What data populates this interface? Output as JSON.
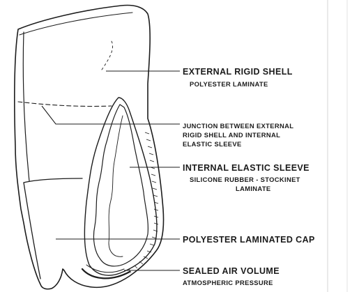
{
  "labels": {
    "external_shell": {
      "title": "EXTERNAL RIGID SHELL",
      "subtitle": "POLYESTER LAMINATE"
    },
    "junction": {
      "line1": "JUNCTION BETWEEN EXTERNAL",
      "line2": "RIGID SHELL AND INTERNAL",
      "line3": "ELASTIC SLEEVE"
    },
    "internal_sleeve": {
      "title": "INTERNAL ELASTIC SLEEVE",
      "subtitle1": "SILICONE RUBBER - STOCKINET",
      "subtitle2": "LAMINATE"
    },
    "cap": {
      "title": "POLYESTER LAMINATED CAP"
    },
    "air_volume": {
      "title": "SEALED AIR VOLUME",
      "subtitle": "ATMOSPHERIC PRESSURE"
    }
  },
  "colors": {
    "ink": "#1c1c1c",
    "background": "#ffffff"
  }
}
